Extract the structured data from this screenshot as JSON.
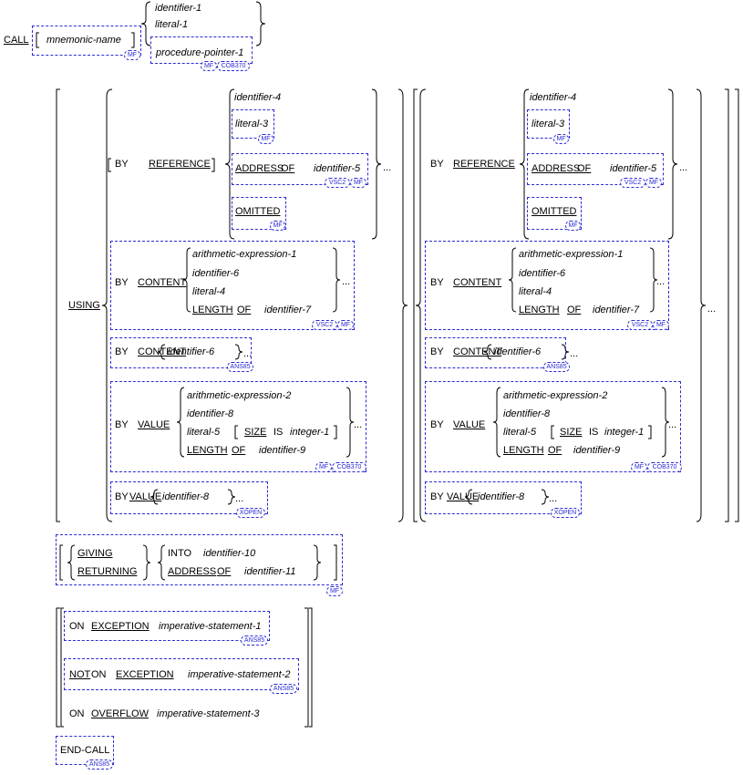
{
  "keywords": {
    "call": "CALL",
    "using": "USING",
    "by": "BY",
    "reference": "REFERENCE",
    "address": "ADDRESS",
    "of": "OF",
    "omitted": "OMITTED",
    "content": "CONTENT",
    "length": "LENGTH",
    "value": "VALUE",
    "size": "SIZE",
    "is": "IS",
    "giving": "GIVING",
    "returning": "RETURNING",
    "into": "INTO",
    "on": "ON",
    "exception": "EXCEPTION",
    "not": "NOT",
    "overflow": "OVERFLOW",
    "end_call": "END-CALL",
    "ellipsis": "..."
  },
  "operands": {
    "mnemonic_name": "mnemonic-name",
    "identifier_1": "identifier-1",
    "literal_1": "literal-1",
    "procedure_pointer_1": "procedure-pointer-1",
    "identifier_4": "identifier-4",
    "literal_3": "literal-3",
    "identifier_5": "identifier-5",
    "arithmetic_expression_1": "arithmetic-expression-1",
    "identifier_6": "identifier-6",
    "literal_4": "literal-4",
    "identifier_7": "identifier-7",
    "arithmetic_expression_2": "arithmetic-expression-2",
    "identifier_8": "identifier-8",
    "literal_5": "literal-5",
    "integer_1": "integer-1",
    "identifier_9": "identifier-9",
    "identifier_10": "identifier-10",
    "identifier_11": "identifier-11",
    "imperative_statement_1": "imperative-statement-1",
    "imperative_statement_2": "imperative-statement-2",
    "imperative_statement_3": "imperative-statement-3"
  },
  "dialects": {
    "mf": "MF",
    "cob370": "COB370",
    "vsc2": "VSC2",
    "ans85": "ANS85",
    "xopen": "XOPEN"
  },
  "colors": {
    "dialect_box": "#2b2bd6",
    "text": "#000000"
  }
}
